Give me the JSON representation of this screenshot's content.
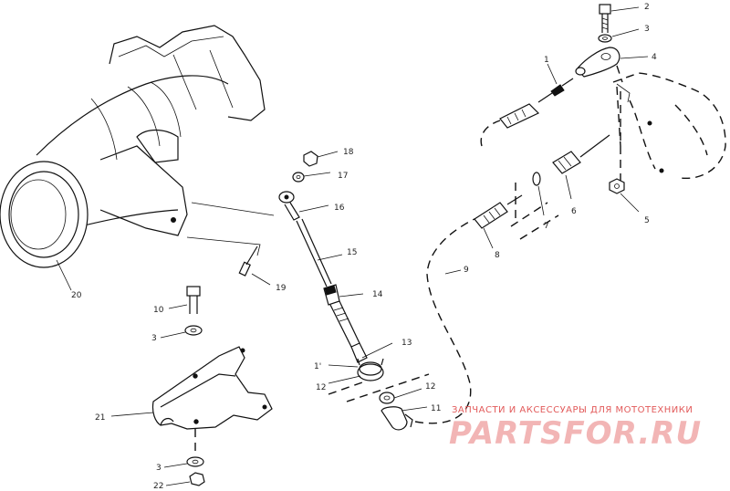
{
  "callouts": {
    "c1": "1",
    "c2": "2",
    "c3a": "3",
    "c4": "4",
    "c5": "5",
    "c6": "6",
    "c7": "7",
    "c8": "8",
    "c9": "9",
    "c10": "10",
    "c3b": "3",
    "c3c": "3",
    "c11a": "1'",
    "c11b": "11",
    "c12a": "12",
    "c12b": "12",
    "c13": "13",
    "c14": "14",
    "c15": "15",
    "c16": "16",
    "c17": "17",
    "c18": "18",
    "c19": "19",
    "c20": "20",
    "c21": "21",
    "c22": "22"
  },
  "watermark": {
    "subtitle": "ЗАПЧАСТИ И АКСЕССУАРЫ ДЛЯ МОТОТЕХНИКИ",
    "logo": "PARTSFOR.RU",
    "color": "#e25a5a"
  }
}
